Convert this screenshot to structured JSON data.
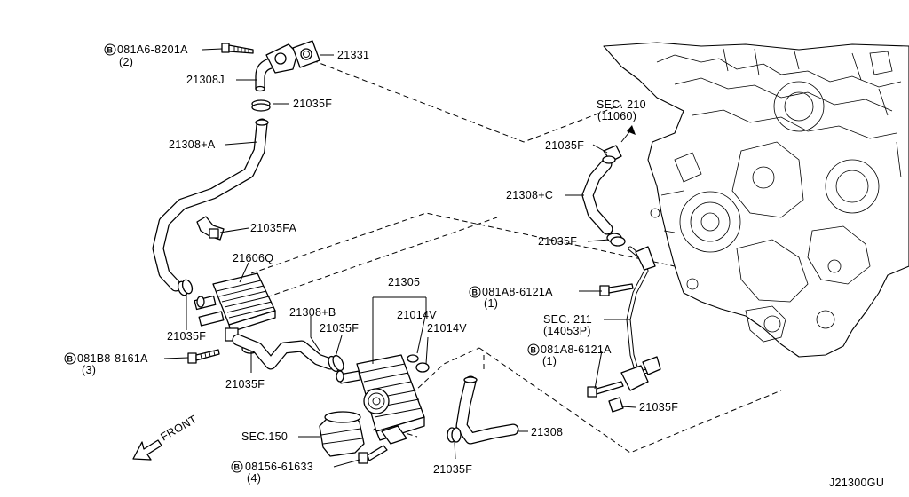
{
  "labels": {
    "bolt_081A6_8201A": "081A6-8201A",
    "qty_081A6_8201A": "(2)",
    "p21331": "21331",
    "p21308J": "21308J",
    "p21035F_top": "21035F",
    "p21308A": "21308+A",
    "p21035FA": "21035FA",
    "p21606Q": "21606Q",
    "p21035F_left": "21035F",
    "bolt_081B8_8161A": "081B8-8161A",
    "qty_081B8_8161A": "(3)",
    "p21035F_bottom_left": "21035F",
    "p21308B": "21308+B",
    "p21035F_mid": "21035F",
    "p21305": "21305",
    "p21014V_a": "21014V",
    "p21014V_b": "21014V",
    "sec150": "SEC.150",
    "bolt_08156_61633": "08156-61633",
    "qty_08156_61633": "(4)",
    "p21035F_bottom": "21035F",
    "p21308": "21308",
    "sec210": "SEC. 210",
    "sec210_ref": "(11060)",
    "p21035F_right_top": "21035F",
    "p21308C": "21308+C",
    "p21035F_right_mid": "21035F",
    "bolt_081A8_6121A_a": "081A8-6121A",
    "qty_081A8_6121A_a": "(1)",
    "sec211": "SEC. 211",
    "sec211_ref": "(14053P)",
    "bolt_081A8_6121A_b": "081A8-6121A",
    "qty_081A8_6121A_b": "(1)",
    "p21035F_right_bottom": "21035F",
    "front": "FRONT",
    "diagram_code": "J21300GU",
    "bolt_prefix": "B"
  },
  "icons": {
    "bolt_marker": "circled-b-icon",
    "front_arrow": "arrow-front-icon",
    "direction_arrow": "arrow-up-right-icon"
  },
  "colors": {
    "line": "#000000",
    "background": "#ffffff"
  }
}
